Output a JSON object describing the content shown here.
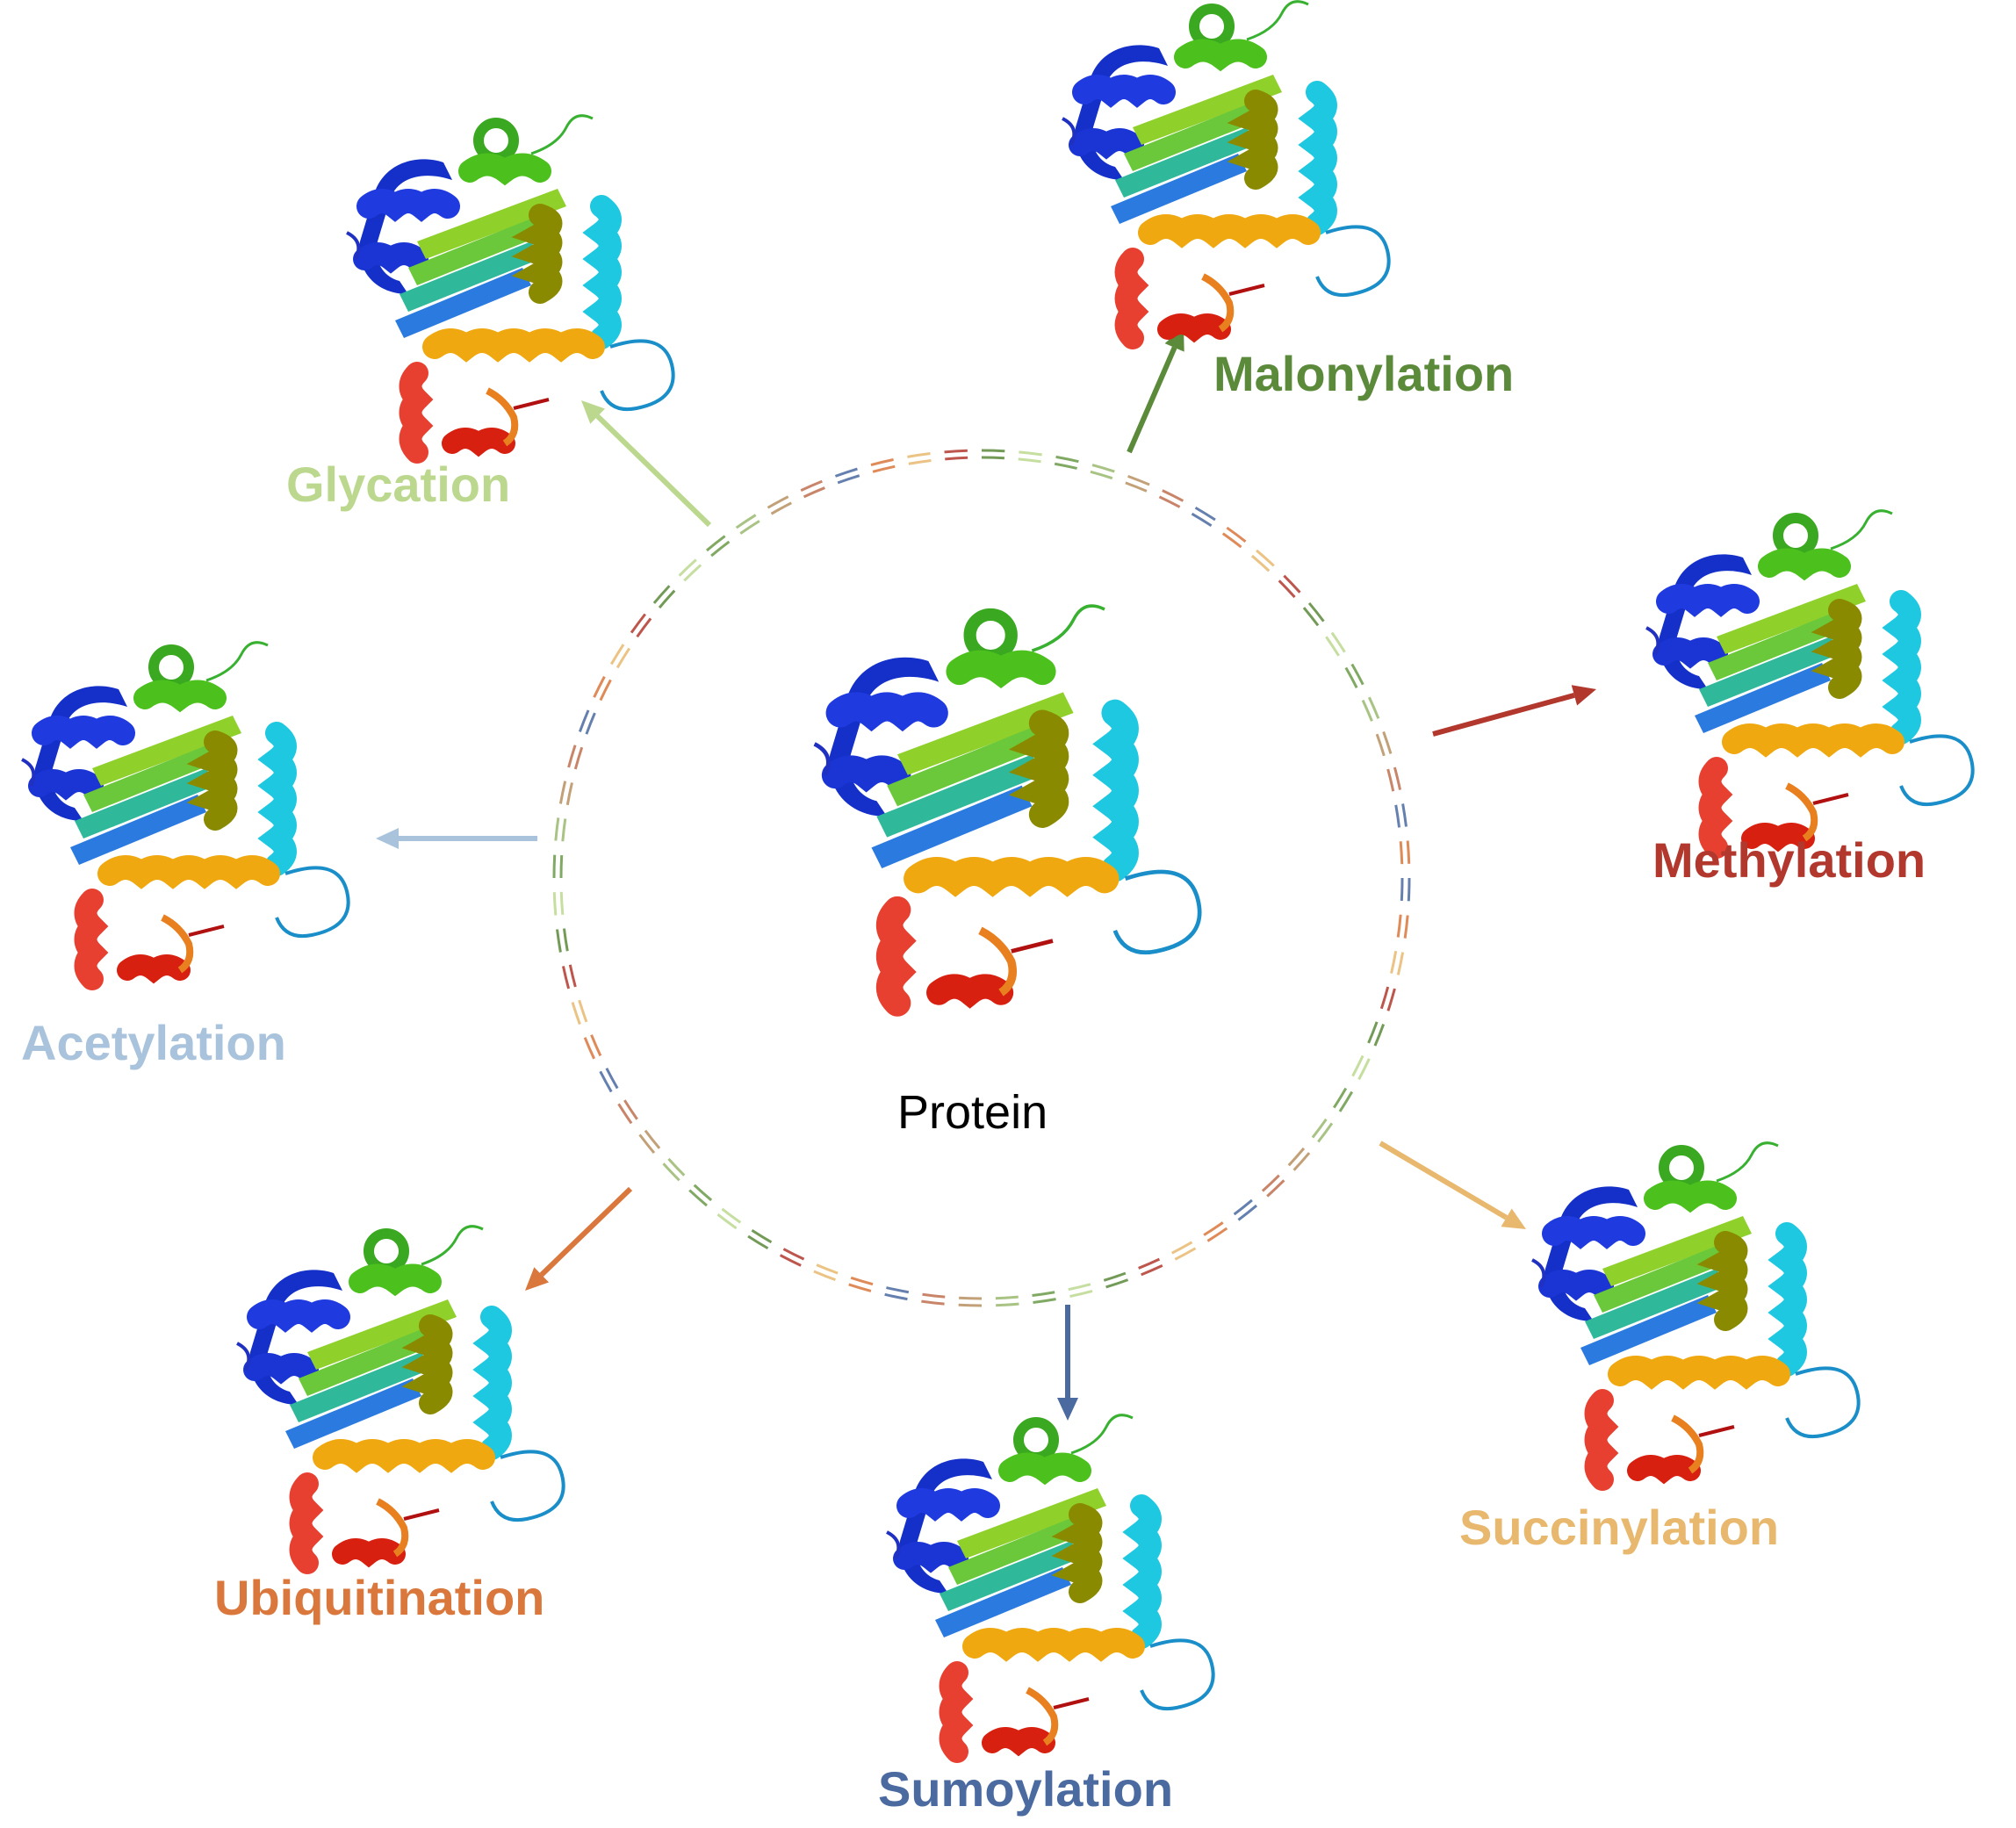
{
  "center": {
    "label": "Protein"
  },
  "modifications": [
    {
      "id": "malonylation",
      "label": "Malonylation",
      "color": "#5a8a3a"
    },
    {
      "id": "methylation",
      "label": "Methylation",
      "color": "#b2382e"
    },
    {
      "id": "succinylation",
      "label": "Succinylation",
      "color": "#e8b86e"
    },
    {
      "id": "sumoylation",
      "label": "Sumoylation",
      "color": "#4a6aa0"
    },
    {
      "id": "ubiquitination",
      "label": "Ubiquitination",
      "color": "#d9773c"
    },
    {
      "id": "acetylation",
      "label": "Acetylation",
      "color": "#a9c3dc"
    },
    {
      "id": "glycation",
      "label": "Glycation",
      "color": "#bcd88f"
    }
  ],
  "protein_icon": "protein-ribbon-structure-icon"
}
